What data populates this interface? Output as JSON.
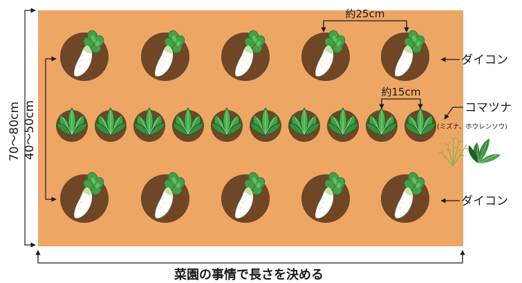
{
  "labels": {
    "row_width": "70〜80cm",
    "row_gap": "40〜50cm",
    "daikon_spacing": "約25cm",
    "komatsuna_spacing": "約15cm",
    "daikon_top": "ダイコン",
    "komatsuna": "コマツナ",
    "komatsuna_note": "(ミズナ、ホウレンソウ)",
    "daikon_bottom": "ダイコン",
    "bed_length": "菜園の事情で長さを決める"
  },
  "colors": {
    "bed": "#EEA665",
    "soil": "#6F4626",
    "leaf": "#4CAF50",
    "leaf_dark": "#2E7D32",
    "root": "#FFFFFF",
    "text": "#1A1A1A"
  },
  "rows": [
    {
      "crop": "daikon",
      "count": 5
    },
    {
      "crop": "komatsuna",
      "count": 10
    },
    {
      "crop": "daikon",
      "count": 5
    }
  ],
  "side_plants": [
    "mizuna-plant",
    "spinach-plant"
  ]
}
